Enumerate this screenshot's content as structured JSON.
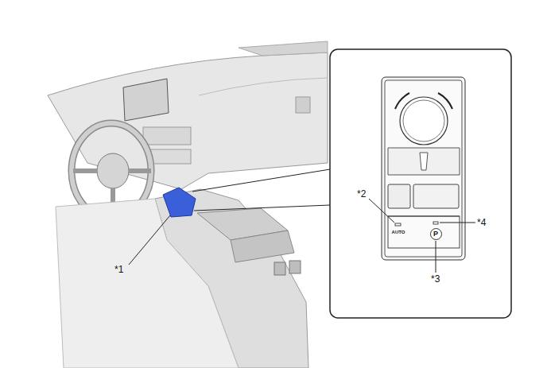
{
  "diagram": {
    "nodes": [
      {
        "text": [
          "P"
        ]
      }
    ],
    "labels": [
      "*2",
      "AUTO",
      "*4",
      "*1",
      "*3"
    ]
  }
}
